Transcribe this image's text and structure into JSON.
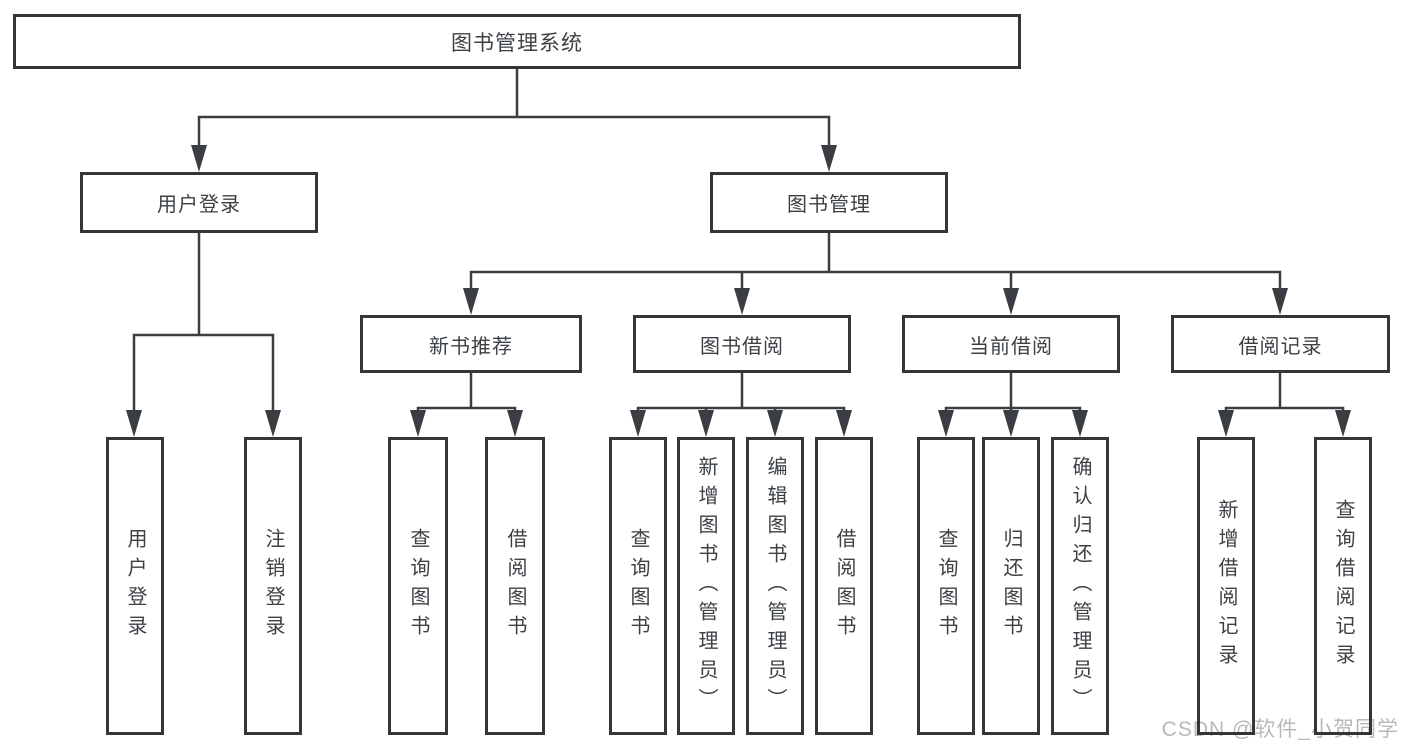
{
  "diagram": {
    "root": {
      "label": "图书管理系统"
    },
    "level2": {
      "user_login": {
        "label": "用户登录"
      },
      "book_management": {
        "label": "图书管理"
      }
    },
    "level3": {
      "new_book_recommend": {
        "label": "新书推荐"
      },
      "book_borrowing": {
        "label": "图书借阅"
      },
      "current_borrowing": {
        "label": "当前借阅"
      },
      "borrowing_records": {
        "label": "借阅记录"
      }
    },
    "leaves": {
      "user_login": {
        "label": "用户登录"
      },
      "logout_login": {
        "label": "注销登录"
      },
      "nbr_query_books": {
        "label": "查询图书"
      },
      "nbr_borrow_books": {
        "label": "借阅图书"
      },
      "bb_query_books": {
        "label": "查询图书"
      },
      "bb_add_books_admin": {
        "label": "新增图书（管理员）"
      },
      "bb_edit_books_admin": {
        "label": "编辑图书（管理员）"
      },
      "bb_borrow_books": {
        "label": "借阅图书"
      },
      "cb_query_books": {
        "label": "查询图书"
      },
      "cb_return_books": {
        "label": "归还图书"
      },
      "cb_confirm_return_admin": {
        "label": "确认归还（管理员）"
      },
      "br_add_record": {
        "label": "新增借阅记录"
      },
      "br_query_record": {
        "label": "查询借阅记录"
      }
    },
    "watermark": "CSDN @软件_小贺同学",
    "colors": {
      "line": "#3a3e42",
      "box_border": "#333639",
      "text": "#3c4146",
      "background": "#ffffff",
      "watermark": "#b9b9b9"
    }
  }
}
